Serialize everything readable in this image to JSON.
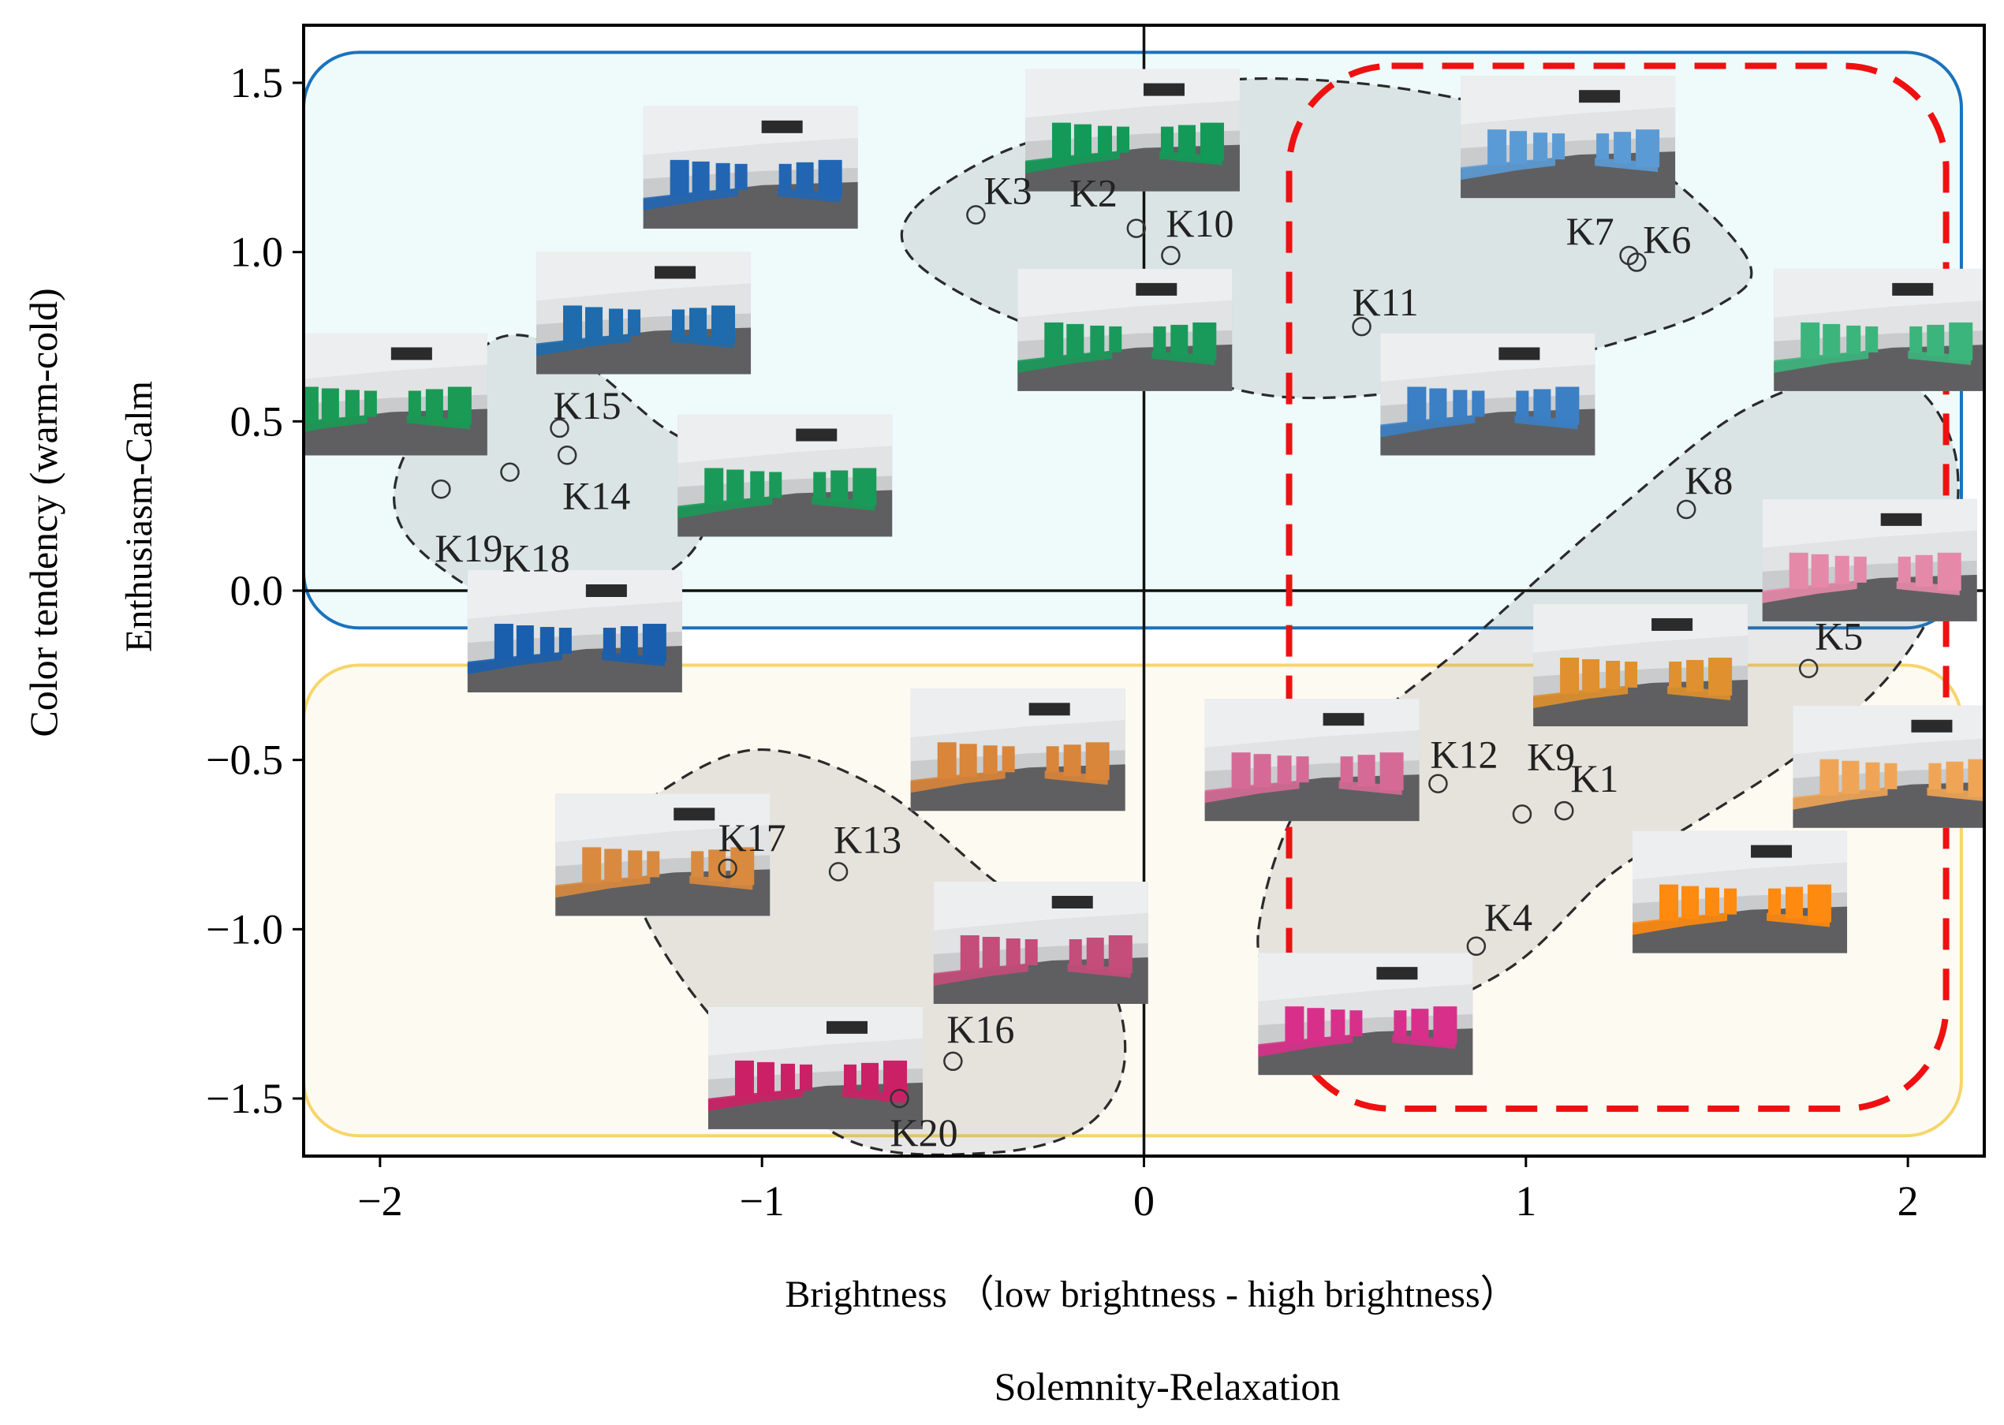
{
  "chart_data": {
    "type": "scatter",
    "xlabel": "Brightness  （low brightness - high brightness）",
    "xlabel2": "Solemnity-Relaxation",
    "ylabel": "Color tendency (warm-cold)",
    "ylabel2": "Enthusiasm-Calm",
    "xlim": [
      -2.2,
      2.2
    ],
    "ylim": [
      -1.67,
      1.67
    ],
    "grid": false,
    "x_ticks": [
      -2,
      -1,
      0,
      1,
      2
    ],
    "x_tick_labels": [
      "−2",
      "−1",
      "0",
      "1",
      "2"
    ],
    "y_ticks": [
      1.5,
      1.0,
      0.5,
      0.0,
      -0.5,
      -1.0,
      -1.5
    ],
    "y_tick_labels": [
      "1.5",
      "1.0",
      "0.5",
      "0.0",
      "−0.5",
      "−1.0",
      "−1.5"
    ],
    "points": [
      {
        "label": "K1",
        "x": 1.1,
        "y": -0.65
      },
      {
        "label": "K2",
        "x": -0.02,
        "y": 1.07
      },
      {
        "label": "K3",
        "x": -0.44,
        "y": 1.11
      },
      {
        "label": "K4",
        "x": 0.87,
        "y": -1.05
      },
      {
        "label": "K5",
        "x": 1.74,
        "y": -0.23
      },
      {
        "label": "K6",
        "x": 1.29,
        "y": 0.97
      },
      {
        "label": "K7",
        "x": 1.27,
        "y": 0.99
      },
      {
        "label": "K8",
        "x": 1.42,
        "y": 0.24
      },
      {
        "label": "K9",
        "x": 0.99,
        "y": -0.66
      },
      {
        "label": "K10",
        "x": 0.07,
        "y": 0.99
      },
      {
        "label": "K11",
        "x": 0.57,
        "y": 0.78
      },
      {
        "label": "K12",
        "x": 0.77,
        "y": -0.57
      },
      {
        "label": "K13",
        "x": -0.8,
        "y": -0.83
      },
      {
        "label": "K14",
        "x": -1.51,
        "y": 0.4
      },
      {
        "label": "K15",
        "x": -1.53,
        "y": 0.48
      },
      {
        "label": "K16",
        "x": -0.5,
        "y": -1.39
      },
      {
        "label": "K17",
        "x": -1.09,
        "y": -0.82
      },
      {
        "label": "K18",
        "x": -1.66,
        "y": 0.35
      },
      {
        "label": "K19",
        "x": -1.84,
        "y": 0.3
      },
      {
        "label": "K20",
        "x": -0.64,
        "y": -1.5
      }
    ],
    "regions": [
      {
        "name": "cold-region",
        "shape": "rounded-rect",
        "x": [
          -2.2,
          2.14
        ],
        "y": [
          -0.11,
          1.59
        ],
        "fill": "#effbfb",
        "stroke": "#1a72bd"
      },
      {
        "name": "warm-region",
        "shape": "rounded-rect",
        "x": [
          -2.2,
          2.14
        ],
        "y": [
          -1.61,
          -0.22
        ],
        "fill": "#fdfaf2",
        "stroke": "#f7d56a"
      },
      {
        "name": "high-brightness-region",
        "shape": "rounded-rect",
        "x": [
          0.38,
          2.1
        ],
        "y": [
          -1.53,
          1.55
        ],
        "fill": "none",
        "stroke": "#ee1111",
        "dash": true
      }
    ],
    "clusters": [
      {
        "name": "cluster-top",
        "points": [
          [
            -0.6,
            1.13
          ],
          [
            -0.4,
            1.28
          ],
          [
            -0.15,
            1.38
          ],
          [
            0.15,
            1.5
          ],
          [
            0.55,
            1.5
          ],
          [
            0.95,
            1.42
          ],
          [
            1.3,
            1.28
          ],
          [
            1.58,
            0.98
          ],
          [
            1.5,
            0.84
          ],
          [
            1.2,
            0.72
          ],
          [
            0.75,
            0.6
          ],
          [
            0.4,
            0.57
          ],
          [
            0.15,
            0.62
          ],
          [
            -0.15,
            0.72
          ],
          [
            -0.45,
            0.86
          ],
          [
            -0.62,
            1.0
          ]
        ]
      },
      {
        "name": "cluster-left",
        "points": [
          [
            -1.95,
            0.36
          ],
          [
            -1.82,
            0.6
          ],
          [
            -1.68,
            0.75
          ],
          [
            -1.5,
            0.7
          ],
          [
            -1.28,
            0.5
          ],
          [
            -1.12,
            0.36
          ],
          [
            -1.18,
            0.12
          ],
          [
            -1.38,
            -0.03
          ],
          [
            -1.56,
            -0.1
          ],
          [
            -1.78,
            0.02
          ],
          [
            -1.94,
            0.18
          ]
        ]
      },
      {
        "name": "cluster-bottom-left",
        "points": [
          [
            -1.3,
            -0.62
          ],
          [
            -1.02,
            -0.47
          ],
          [
            -0.7,
            -0.58
          ],
          [
            -0.4,
            -0.85
          ],
          [
            -0.12,
            -1.1
          ],
          [
            -0.05,
            -1.38
          ],
          [
            -0.15,
            -1.58
          ],
          [
            -0.4,
            -1.66
          ],
          [
            -0.78,
            -1.62
          ],
          [
            -1.1,
            -1.3
          ],
          [
            -1.3,
            -0.98
          ],
          [
            -1.36,
            -0.72
          ]
        ]
      },
      {
        "name": "cluster-bottom-right",
        "points": [
          [
            0.3,
            -1.0
          ],
          [
            0.45,
            -0.55
          ],
          [
            0.85,
            -0.15
          ],
          [
            1.25,
            0.25
          ],
          [
            1.6,
            0.55
          ],
          [
            1.95,
            0.64
          ],
          [
            2.12,
            0.42
          ],
          [
            2.1,
            0.05
          ],
          [
            1.96,
            -0.24
          ],
          [
            1.72,
            -0.48
          ],
          [
            1.45,
            -0.68
          ],
          [
            1.22,
            -0.84
          ],
          [
            0.95,
            -1.12
          ],
          [
            0.6,
            -1.28
          ],
          [
            0.38,
            -1.2
          ]
        ]
      }
    ],
    "thumbnails": [
      {
        "color": "#2266b3",
        "x": -1.03,
        "y": 1.25
      },
      {
        "color": "#139a58",
        "x": -0.03,
        "y": 1.36
      },
      {
        "color": "#5b9bd5",
        "x": 1.11,
        "y": 1.34
      },
      {
        "color": "#1e6bad",
        "x": -1.31,
        "y": 0.82
      },
      {
        "color": "#1a9a54",
        "x": -2.0,
        "y": 0.58
      },
      {
        "color": "#1a9a5a",
        "x": -0.05,
        "y": 0.77
      },
      {
        "color": "#3b7fc4",
        "x": 0.9,
        "y": 0.58
      },
      {
        "color": "#3cb57c",
        "x": 1.93,
        "y": 0.77
      },
      {
        "color": "#1a9a58",
        "x": -0.94,
        "y": 0.34
      },
      {
        "color": "#1a5fad",
        "x": -1.49,
        "y": -0.12
      },
      {
        "color": "#e589a8",
        "x": 1.9,
        "y": 0.09
      },
      {
        "color": "#e0902e",
        "x": 1.3,
        "y": -0.22
      },
      {
        "color": "#d9853a",
        "x": -0.33,
        "y": -0.47
      },
      {
        "color": "#d66a96",
        "x": 0.44,
        "y": -0.5
      },
      {
        "color": "#f0a556",
        "x": 1.98,
        "y": -0.52
      },
      {
        "color": "#d98a3e",
        "x": -1.26,
        "y": -0.78
      },
      {
        "color": "#c44d7a",
        "x": -0.27,
        "y": -1.04
      },
      {
        "color": "#ff8a10",
        "x": 1.56,
        "y": -0.89
      },
      {
        "color": "#d8308a",
        "x": 0.58,
        "y": -1.25
      },
      {
        "color": "#cc2066",
        "x": -0.86,
        "y": -1.41
      }
    ]
  }
}
